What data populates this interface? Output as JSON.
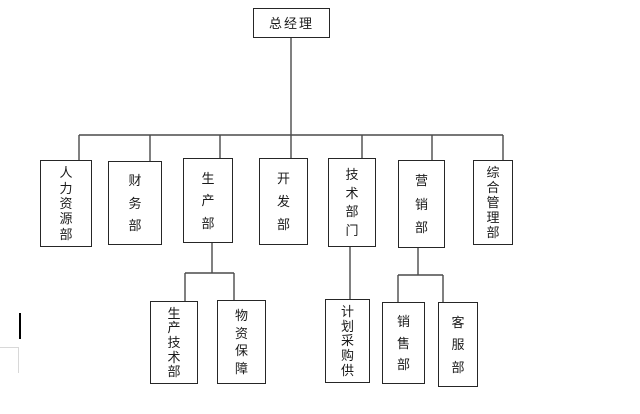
{
  "org": {
    "root": {
      "label": "总经理"
    },
    "departments": [
      {
        "label": "人力资源部"
      },
      {
        "label": "财务部"
      },
      {
        "label": "生产部"
      },
      {
        "label": "开发部"
      },
      {
        "label": "技术部门"
      },
      {
        "label": "营销部"
      },
      {
        "label": "综合管理部"
      }
    ],
    "sub_departments": [
      {
        "label": "生产技术部",
        "parent": "生产部"
      },
      {
        "label": "物资保障",
        "parent": "生产部"
      },
      {
        "label": "计划采购供",
        "parent": "技术部门"
      },
      {
        "label": "销售部",
        "parent": "营销部"
      },
      {
        "label": "客服部",
        "parent": "营销部"
      }
    ]
  },
  "colors": {
    "background": "#ffffff",
    "box_border": "#262626",
    "connector_line": "#4a4a4a",
    "text": "#1a1a1a",
    "caret": "#000000",
    "faint_edge_line": "#d8d8d8"
  }
}
